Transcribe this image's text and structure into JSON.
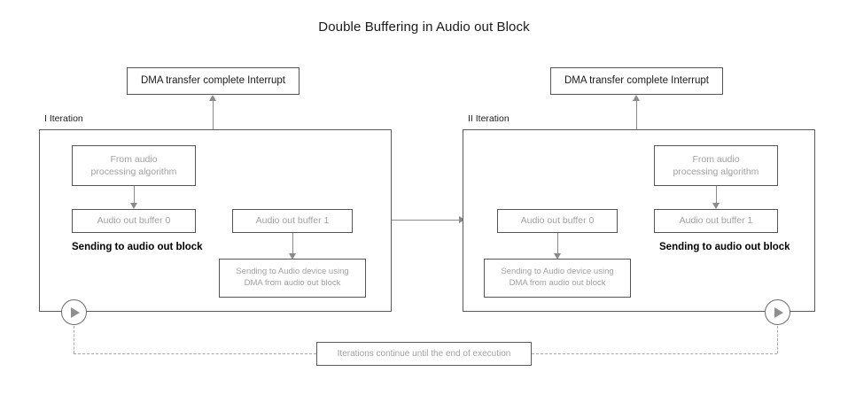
{
  "diagram": {
    "title": "Double Buffering in Audio out Block",
    "type": "flowchart",
    "interrupts": [
      {
        "id": "interrupt-left",
        "label": "DMA transfer complete Interrupt"
      },
      {
        "id": "interrupt-right",
        "label": "DMA transfer complete Interrupt"
      }
    ],
    "iterations": [
      {
        "id": "iteration-1",
        "label": "I Iteration",
        "nodes": {
          "source": "From audio\nprocessing algorithm",
          "source_line1": "From audio",
          "source_line2": "processing algorithm",
          "buffer_fill": "Audio out buffer 0",
          "buffer_drain": "Audio out buffer 1",
          "dma_line1": "Sending to Audio device using",
          "dma_line2": "DMA from audio out block"
        },
        "caption": "Sending to audio out block"
      },
      {
        "id": "iteration-2",
        "label": "II Iteration",
        "nodes": {
          "source": "From audio\nprocessing algorithm",
          "source_line1": "From audio",
          "source_line2": "processing algorithm",
          "buffer_fill": "Audio out buffer 1",
          "buffer_drain": "Audio out buffer 0",
          "dma_line1": "Sending to Audio device using",
          "dma_line2": "DMA from audio out block"
        },
        "caption": "Sending to audio out block"
      }
    ],
    "loop_note": "Iterations continue until the end of execution",
    "icons": {
      "play": "play-icon"
    },
    "colors": {
      "text_dark": "#1a1a1a",
      "text_gray": "#a0a0a0",
      "stroke": "#5a5a5a",
      "connector": "#8a8a8a",
      "dashed": "#a8a8a8",
      "background": "#ffffff"
    }
  }
}
